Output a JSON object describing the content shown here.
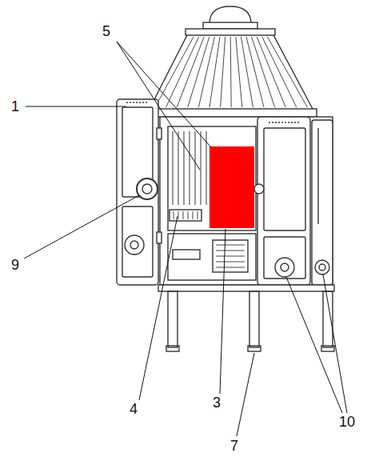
{
  "diagram": {
    "labels": [
      "5",
      "1",
      "9",
      "4",
      "3",
      "7",
      "10"
    ]
  }
}
